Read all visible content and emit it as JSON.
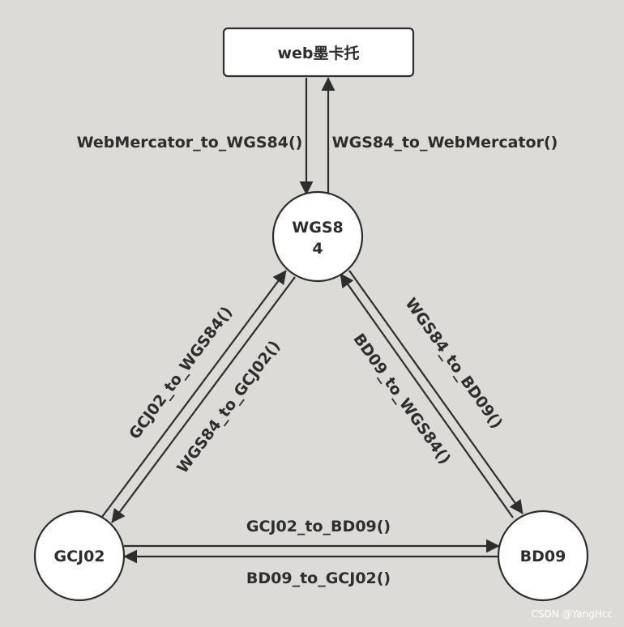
{
  "nodes": {
    "web_mercator": {
      "label": "web墨卡托"
    },
    "wgs84": {
      "label_line1": "WGS8",
      "label_line2": "4"
    },
    "gcj02": {
      "label": "GCJ02"
    },
    "bd09": {
      "label": "BD09"
    }
  },
  "edges": {
    "webmercator_to_wgs84": "WebMercator_to_WGS84()",
    "wgs84_to_webmercator": "WGS84_to_WebMercator()",
    "gcj02_to_wgs84": "GCJ02_to_WGS84()",
    "wgs84_to_gcj02": "WGS84_to_GCJ02()",
    "bd09_to_wgs84": "BD09_to_WGS84()",
    "wgs84_to_bd09": "WGS84_to_BD09()",
    "gcj02_to_bd09": "GCJ02_to_BD09()",
    "bd09_to_gcj02": "BD09_to_GCJ02()"
  },
  "watermark": "CSDN @YangHcc",
  "colors": {
    "background": "#dcdbd7",
    "stroke": "#2d2d2d",
    "node_fill": "#ffffff"
  }
}
